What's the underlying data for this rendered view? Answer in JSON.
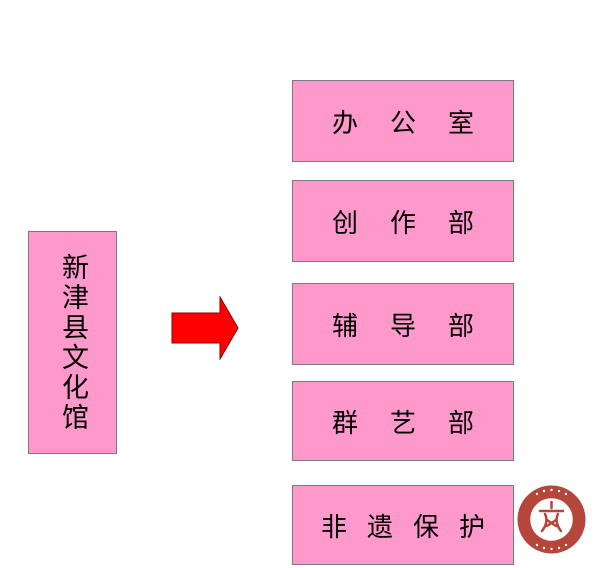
{
  "root": {
    "label": "新津县文化馆"
  },
  "departments": [
    {
      "chars": [
        "办",
        "公",
        "室"
      ]
    },
    {
      "chars": [
        "创",
        "作",
        "部"
      ]
    },
    {
      "chars": [
        "辅",
        "导",
        "部"
      ]
    },
    {
      "chars": [
        "群",
        "艺",
        "部"
      ]
    },
    {
      "chars": [
        "非",
        "遗",
        "保",
        "护"
      ]
    }
  ],
  "colors": {
    "box_fill": "#ff99cc",
    "box_border": "#7a7a7a",
    "arrow": "#ff0000",
    "seal": "#b5463c"
  },
  "icons": {
    "arrow": "right-arrow-icon",
    "seal": "cultural-center-seal-logo"
  },
  "seal_text": {
    "top": "成都公共文化",
    "bottom": "Chengdu culture of library"
  }
}
